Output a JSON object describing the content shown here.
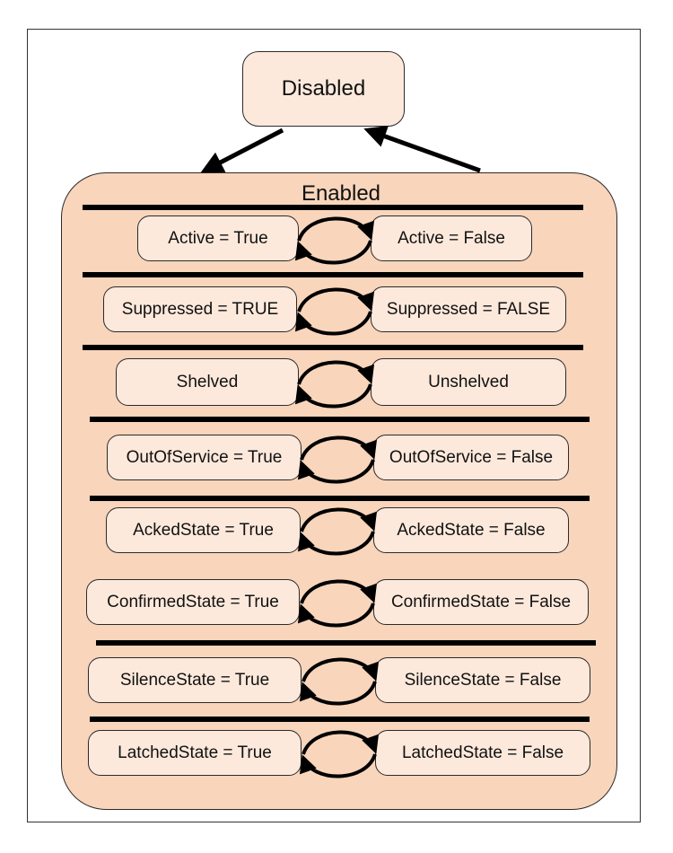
{
  "colors": {
    "enabled_fill": "#f8d5bb",
    "state_fill": "#fde9dc",
    "disabled_fill": "#fde9dc",
    "line": "#000000"
  },
  "disabled": {
    "label": "Disabled"
  },
  "enabled": {
    "label": "Enabled"
  },
  "state_pairs": [
    {
      "left": "Active = True",
      "right": "Active = False"
    },
    {
      "left": "Suppressed = TRUE",
      "right": "Suppressed = FALSE"
    },
    {
      "left": "Shelved",
      "right": "Unshelved"
    },
    {
      "left": "OutOfService = True",
      "right": "OutOfService = False"
    },
    {
      "left": "AckedState = True",
      "right": "AckedState = False"
    },
    {
      "left": "ConfirmedState = True",
      "right": "ConfirmedState = False"
    },
    {
      "left": "SilenceState = True",
      "right": "SilenceState = False"
    },
    {
      "left": "LatchedState = True",
      "right": "LatchedState = False"
    }
  ]
}
